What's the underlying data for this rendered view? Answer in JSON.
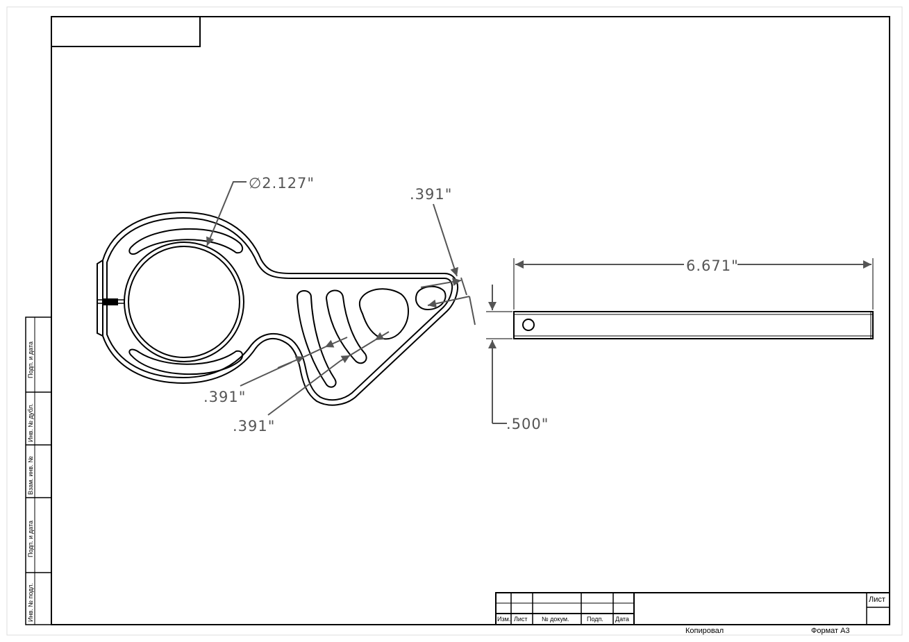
{
  "dimensions": {
    "ring_diameter": "∅2.127\"",
    "slot_width_top": ".391\"",
    "slot_width_left": ".391\"",
    "slot_width_bottom": ".391\"",
    "bar_length": "6.671\"",
    "bar_thickness": ".500\""
  },
  "side_stamp": {
    "podp_data_top": "Подп. и дата",
    "inv_dubl": "Инв. № дубл.",
    "vzam_inv": "Взам. инв. №",
    "podp_data_bottom": "Подп. и дата",
    "inv_podl": "Инв. № подл."
  },
  "title_block": {
    "col_izm": "Изм.",
    "col_list": "Лист",
    "col_docnum": "№ докум.",
    "col_podp": "Подп.",
    "col_date": "Дата",
    "sheet_label": "Лист",
    "copied": "Копировал",
    "format": "Формат А3"
  },
  "colors": {
    "outline": "#000000",
    "dimension": "#555555"
  }
}
